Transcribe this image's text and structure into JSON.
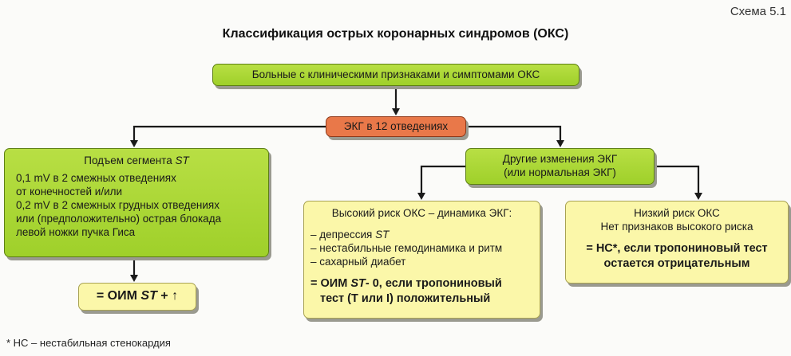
{
  "scheme_label": "Схема 5.1",
  "title": "Классификация острых коронарных синдромов (ОКС)",
  "patients": "Больные с клиническими признаками и симптомами ОКС",
  "ecg": "ЭКГ в 12 отведениях",
  "st_elevation": {
    "title_prefix": "Подъем сегмента ",
    "title_italic": "ST",
    "lines": [
      "0,1 mV в 2 смежных отведениях",
      "от конечностей и/или",
      "0,2 mV в 2 смежных грудных отведениях",
      "или (предположительно) острая блокада",
      "левой ножки пучка Гиса"
    ]
  },
  "oim_st": {
    "prefix": "= ОИМ ",
    "italic": "ST",
    "suffix": " + ↑"
  },
  "other_changes": {
    "line1": "Другие изменения ЭКГ",
    "line2": "(или нормальная ЭКГ)"
  },
  "high_risk": {
    "title": "Высокий риск ОКС – динамика ЭКГ:",
    "item1_prefix": "– депрессия ",
    "item1_italic": "ST",
    "item2": "– нестабильные гемодинамика и ритм",
    "item3": "– сахарный диабет",
    "result_prefix": "= ОИМ ",
    "result_italic": "ST",
    "result_mid": "- 0, если тропониновый",
    "result_line2": "тест (Т или I) положительный"
  },
  "low_risk": {
    "line1": "Низкий риск ОКС",
    "line2": "Нет признаков высокого риска",
    "result_line1": "= НС*, если тропониновый тест",
    "result_line2": "остается отрицательным"
  },
  "footnote": "*  НС – нестабильная стенокардия",
  "colors": {
    "green": "#a8d636",
    "orange": "#e97849",
    "yellow": "#fbf7a9",
    "connector": "#1a1a1a"
  }
}
